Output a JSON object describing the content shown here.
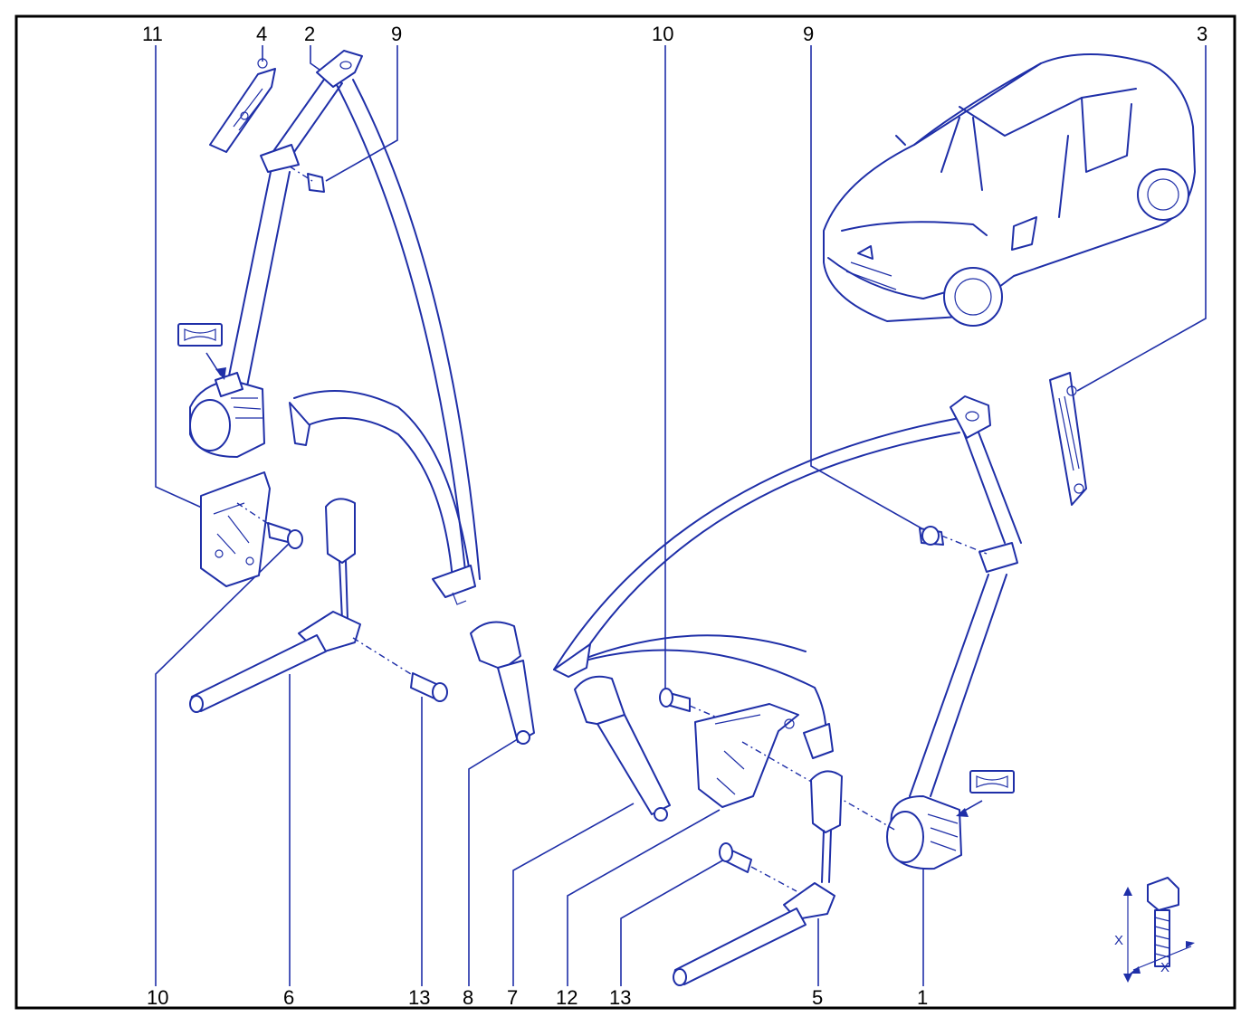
{
  "colors": {
    "line": "#1f2fa8",
    "text": "#000000",
    "frame": "#000000",
    "background": "#ffffff"
  },
  "callouts_top": [
    "11",
    "4",
    "2",
    "9",
    "10",
    "9",
    "3"
  ],
  "callouts_bottom": [
    "10",
    "6",
    "13",
    "8",
    "7",
    "12",
    "13",
    "5",
    "1"
  ],
  "dimension_labels": [
    "X",
    "X"
  ],
  "icons": [
    "vehicle-outline-icon",
    "torque-symbol-icon",
    "bolt-dimension-icon"
  ]
}
